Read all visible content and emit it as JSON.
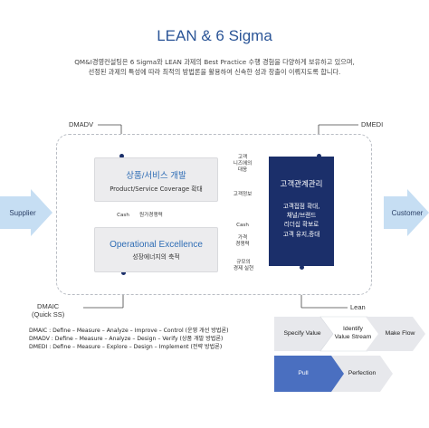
{
  "title": "LEAN & 6 Sigma",
  "intro": [
    "QM&I경영컨설팅은 6 Sigma와 LEAN 과제의 Best Practice 수행 경험을 다양하게 보유하고 있으며,",
    "선정된 과제의 특성에 따라 최적의 방법론을 활용하여 신속한 성과 창출이 이뤄지도록 합니다."
  ],
  "labels": {
    "dmadv": "DMADV",
    "dmedi": "DMEDI",
    "dmaic": "DMAIC",
    "dmaic_sub": "(Quick SS)",
    "lean": "Lean",
    "supplier": "Supplier",
    "customer": "Customer"
  },
  "box_product": {
    "title": "상품/서비스 개발",
    "sub": "Product/Service Coverage 확대"
  },
  "box_operational": {
    "title": "Operational Excellence",
    "sub": "성장에너지의 축적"
  },
  "box_crm": {
    "title": "고객관계관리",
    "lines": [
      "고객접점 확대,",
      "채널/브랜드",
      "리더십 확보로",
      "고객 유지,증대"
    ]
  },
  "small_labels": {
    "customer_needs": [
      "고객",
      "니즈에의",
      "대응"
    ],
    "customer_info": "고객정보",
    "cash_left": "Cash",
    "cost_competitiveness": "원가경쟁력",
    "cash_right": "Cash",
    "price_competitiveness": [
      "가격",
      "경쟁력"
    ],
    "economy_of_scale": [
      "규모의",
      "경제 실현"
    ]
  },
  "legend": [
    "DMAIC : Define – Measure – Analyze – Improve – Control (운영 개선 방법론)",
    "DMADV : Define – Measure – Analyze – Design – Verify (상품 개발 방법론)",
    "DMEDI : Define – Measure – Explore – Design – Implement (전략 방법론)"
  ],
  "chevrons": {
    "specify_value": "Specify Value",
    "identify_value_stream": [
      "Identify",
      "Value Stream"
    ],
    "make_flow": "Make Flow",
    "pull": "Pull",
    "perfection": "Perfection"
  },
  "colors": {
    "title_blue": "#2b5597",
    "navy": "#1b2f6a",
    "light_blue": "#c6def3",
    "chevron_blue": "#4a6fc0",
    "gray_box": "#ececee"
  }
}
